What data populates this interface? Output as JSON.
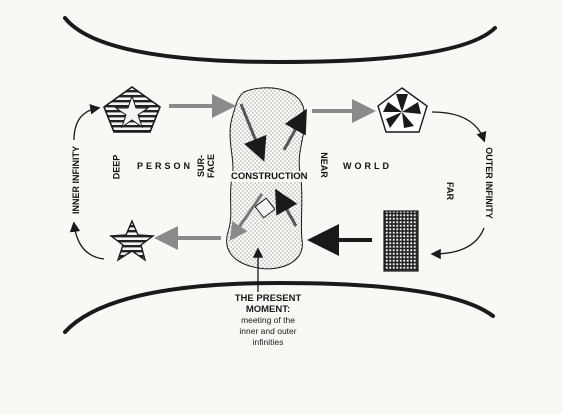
{
  "labels": {
    "deep": "DEEP",
    "person": "PERSON",
    "surface": "SUR-\nFACE",
    "construction": "CONSTRUCTION",
    "near": "NEAR",
    "world": "WORLD",
    "far": "FAR",
    "inner_infinity": "INNER INFINITY",
    "outer_infinity": "OUTER INFINITY"
  },
  "present_moment": {
    "title_line1": "THE PRESENT",
    "title_line2": "MOMENT:",
    "desc_line1": "meeting of the",
    "desc_line2": "inner and outer",
    "desc_line3": "infinities"
  },
  "colors": {
    "ink": "#1a1a1a",
    "gray_arrow": "#8a8a8a",
    "paper": "#f8f8f5"
  }
}
